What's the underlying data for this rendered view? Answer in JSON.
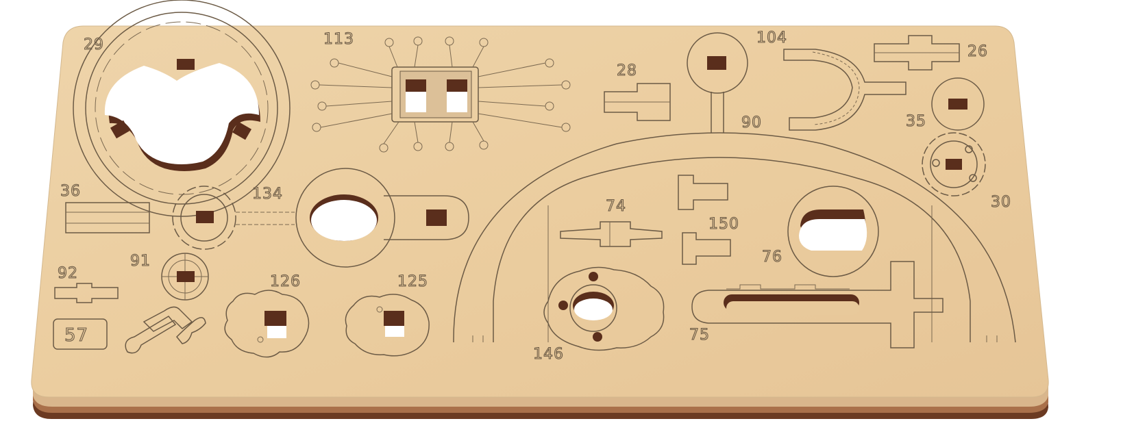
{
  "part_numbers": {
    "n29": "29",
    "n113": "113",
    "n104": "104",
    "n26": "26",
    "n28": "28",
    "n90": "90",
    "n35": "35",
    "n30": "30",
    "n36": "36",
    "n134": "134",
    "n74": "74",
    "n150": "150",
    "n76": "76",
    "n91": "91",
    "n92": "92",
    "n126": "126",
    "n125": "125",
    "n75": "75",
    "n146": "146",
    "n57": "57"
  },
  "colors": {
    "board_face": "#ecd0a5",
    "board_edge": "#6b3a22",
    "engrave": "#6b5a45",
    "hole_shadow": "#5a2e1c"
  },
  "icons": [
    "wrench-and-tools-icon",
    "gear-icon",
    "chip-icon"
  ]
}
